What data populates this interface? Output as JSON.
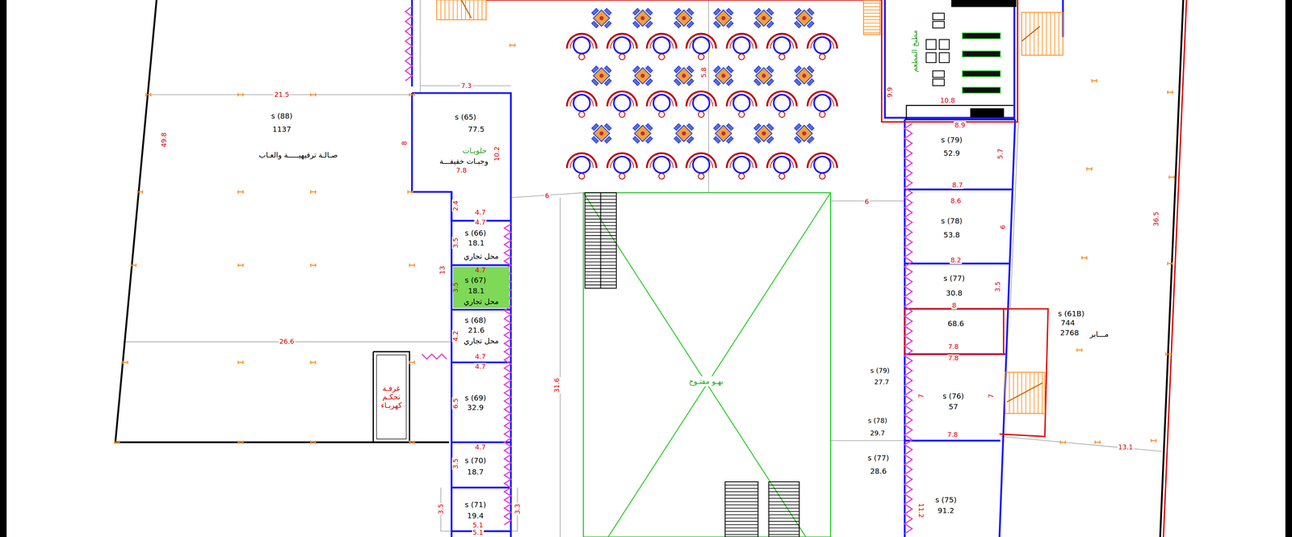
{
  "diagram": {
    "nodes": [
      {
        "text": [
          "s (88)",
          "1137",
          "صـالـة ترفيهيـــــة والعـاب"
        ]
      },
      {
        "text": [
          "غرفـة تحكـم كهربـاء"
        ],
        "in": 0
      },
      {
        "text": [
          "s (65)",
          "77.5",
          "حلويـات",
          "وجبـات خفيفـــة"
        ]
      },
      {
        "text": [
          "s (66)",
          "18.1",
          "محل تجاري"
        ]
      },
      {
        "text": [
          "s (67)",
          "18.1",
          "محل تجاري"
        ]
      },
      {
        "text": [
          "s (68)",
          "21.6",
          "محل تجاري"
        ]
      },
      {
        "text": [
          "s (69)",
          "32.9"
        ]
      },
      {
        "text": [
          "s (70)",
          "18.7"
        ]
      },
      {
        "text": [
          "s (71)",
          "19.4"
        ]
      },
      {
        "text": [
          "بهـو مفتـوح"
        ]
      },
      {
        "text": [
          "مطبخ المطعم"
        ]
      },
      {
        "text": [
          "s (79)",
          "52.9"
        ]
      },
      {
        "text": [
          "s (78)",
          "53.8"
        ]
      },
      {
        "text": [
          "s (77)",
          "30.8"
        ]
      },
      {
        "text": [
          "68.6"
        ]
      },
      {
        "text": [
          "s (61B)",
          "744",
          "2768",
          "مـــابر"
        ]
      },
      {
        "text": [
          "s (76)",
          "57"
        ]
      },
      {
        "text": [
          "s (77)",
          "28.6"
        ]
      },
      {
        "text": [
          "s (75)",
          "91.2"
        ]
      }
    ],
    "labels": [
      "21.5",
      "49.8",
      "8",
      "7.3",
      "10.2",
      "7.8",
      "2.4",
      "4.7",
      "4.7",
      "3.5",
      "13",
      "4.7",
      "3.5",
      "4.2",
      "26.6",
      "4.7",
      "4.7",
      "6.5",
      "4.7",
      "3.5",
      "3.5",
      "3.3",
      "5.1",
      "5.1",
      "6",
      "31.6",
      "5.8",
      "6",
      "9.9",
      "10.8",
      "8.9",
      "5.7",
      "8.7",
      "8.6",
      "6",
      "8.2",
      "3.5",
      "8",
      "36.5",
      "7.8",
      "7.8",
      "s (79)",
      "27.7",
      "7",
      "7",
      "s (78)",
      "29.7",
      "7.8",
      "13.1",
      "11.2"
    ]
  }
}
